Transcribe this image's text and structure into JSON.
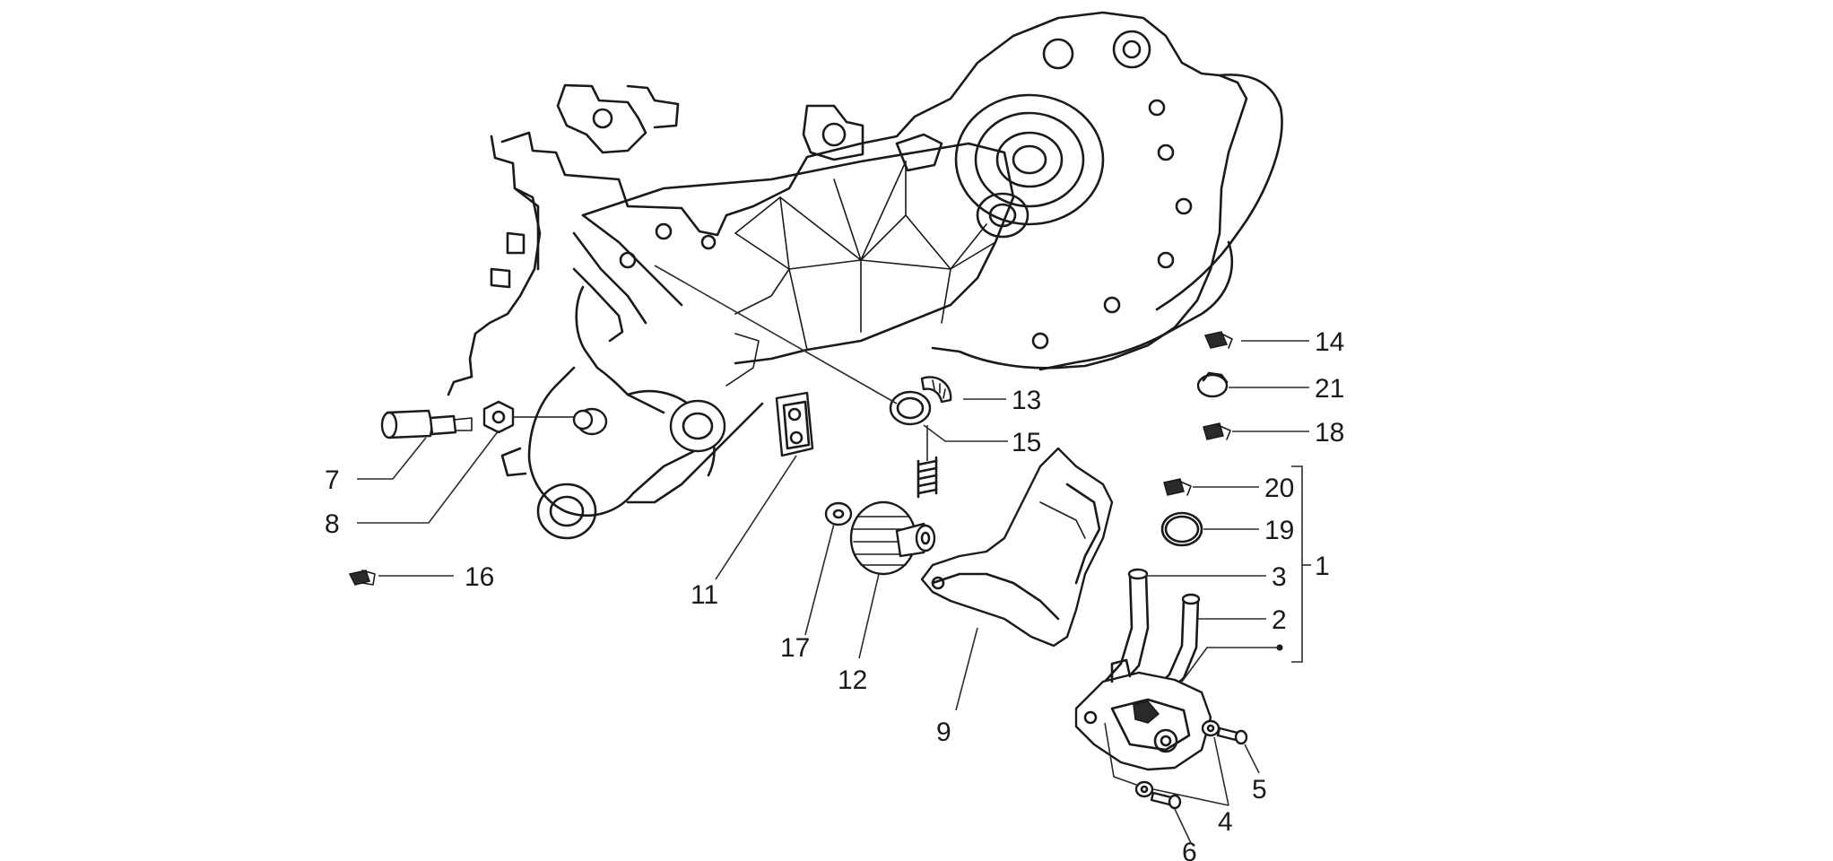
{
  "callouts": [
    {
      "id": "1",
      "text": "1"
    },
    {
      "id": "2",
      "text": "2"
    },
    {
      "id": "3",
      "text": "3"
    },
    {
      "id": "4",
      "text": "4"
    },
    {
      "id": "5",
      "text": "5"
    },
    {
      "id": "6",
      "text": "6"
    },
    {
      "id": "7",
      "text": "7"
    },
    {
      "id": "8",
      "text": "8"
    },
    {
      "id": "9",
      "text": "9"
    },
    {
      "id": "11",
      "text": "11"
    },
    {
      "id": "12",
      "text": "12"
    },
    {
      "id": "13",
      "text": "13"
    },
    {
      "id": "14",
      "text": "14"
    },
    {
      "id": "15",
      "text": "15"
    },
    {
      "id": "16",
      "text": "16"
    },
    {
      "id": "17",
      "text": "17"
    },
    {
      "id": "18",
      "text": "18"
    },
    {
      "id": "19",
      "text": "19"
    },
    {
      "id": "20",
      "text": "20"
    },
    {
      "id": "21",
      "text": "21"
    }
  ]
}
